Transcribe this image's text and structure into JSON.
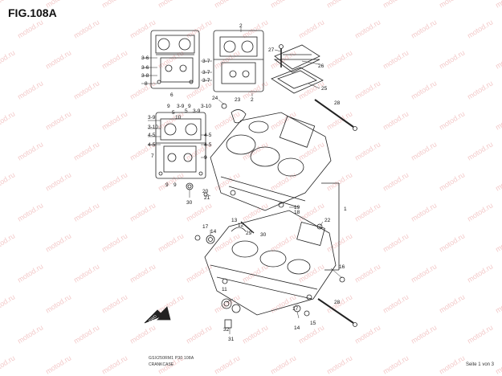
{
  "figure_title": "FIG.108A",
  "watermark": "motod.ru",
  "catalog_code": "GSX250RM1 P30 108A",
  "section_name": "CRANKCASE",
  "page_indicator": "Seite 1 von 3",
  "fwd_label": "FWD",
  "callouts": {
    "c1": "1",
    "c2a": "2",
    "c2b": "2",
    "c3_6a": "3-6",
    "c3_6b": "3-6",
    "c3_7a": "3-7",
    "c3_7b": "3-7",
    "c3_7c": "3-7",
    "c3_8": "3-8",
    "c3_9a": "3-9",
    "c3_9b": "3-9",
    "c3_9c": "3-9",
    "c3_10a": "3-10",
    "c3_10b": "3-10",
    "c4_5a": "4-5",
    "c4_5b": "4-5",
    "c4_5c": "4-5",
    "c4_5d": "4-5",
    "c5a": "5",
    "c5b": "5",
    "c6": "6",
    "c7": "7",
    "c8": "8",
    "c9a": "9",
    "c9b": "9",
    "c9c": "9",
    "c9d": "9",
    "c9e": "9",
    "c10": "10",
    "c11": "11",
    "c12": "12",
    "c13": "13",
    "c14a": "14",
    "c14b": "14",
    "c15": "15",
    "c16": "16",
    "c17a": "17",
    "c17b": "17",
    "c18": "18",
    "c19": "19",
    "c20": "20",
    "c21": "21",
    "c22": "22",
    "c23": "23",
    "c24": "24",
    "c25": "25",
    "c26": "26",
    "c27": "27",
    "c28a": "28",
    "c28b": "28",
    "c29": "29",
    "c30a": "30",
    "c30b": "30",
    "c31": "31",
    "c32": "32"
  }
}
